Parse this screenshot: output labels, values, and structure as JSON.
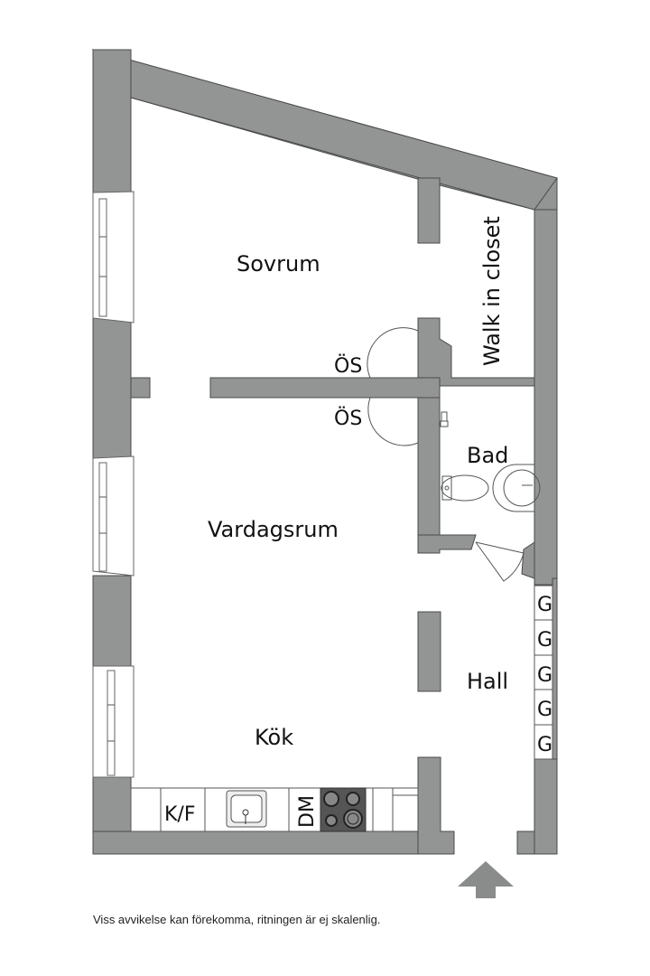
{
  "plan": {
    "rooms": {
      "sovrum": "Sovrum",
      "walk_in_closet": "Walk in closet",
      "vardagsrum": "Vardagsrum",
      "bad": "Bad",
      "hall": "Hall",
      "kok": "Kök"
    },
    "fixtures": {
      "os_upper": "ÖS",
      "os_lower": "ÖS",
      "fridge_freezer": "K/F",
      "dishwasher": "DM",
      "wardrobes": [
        "G",
        "G",
        "G",
        "G",
        "G"
      ]
    },
    "entrance_icon": "entrance-arrow-icon",
    "colors": {
      "wall": "#939595",
      "stroke": "#4a4a4a",
      "background": "#ffffff"
    }
  },
  "footer": {
    "disclaimer": "Viss avvikelse kan förekomma, ritningen är ej skalenlig."
  }
}
